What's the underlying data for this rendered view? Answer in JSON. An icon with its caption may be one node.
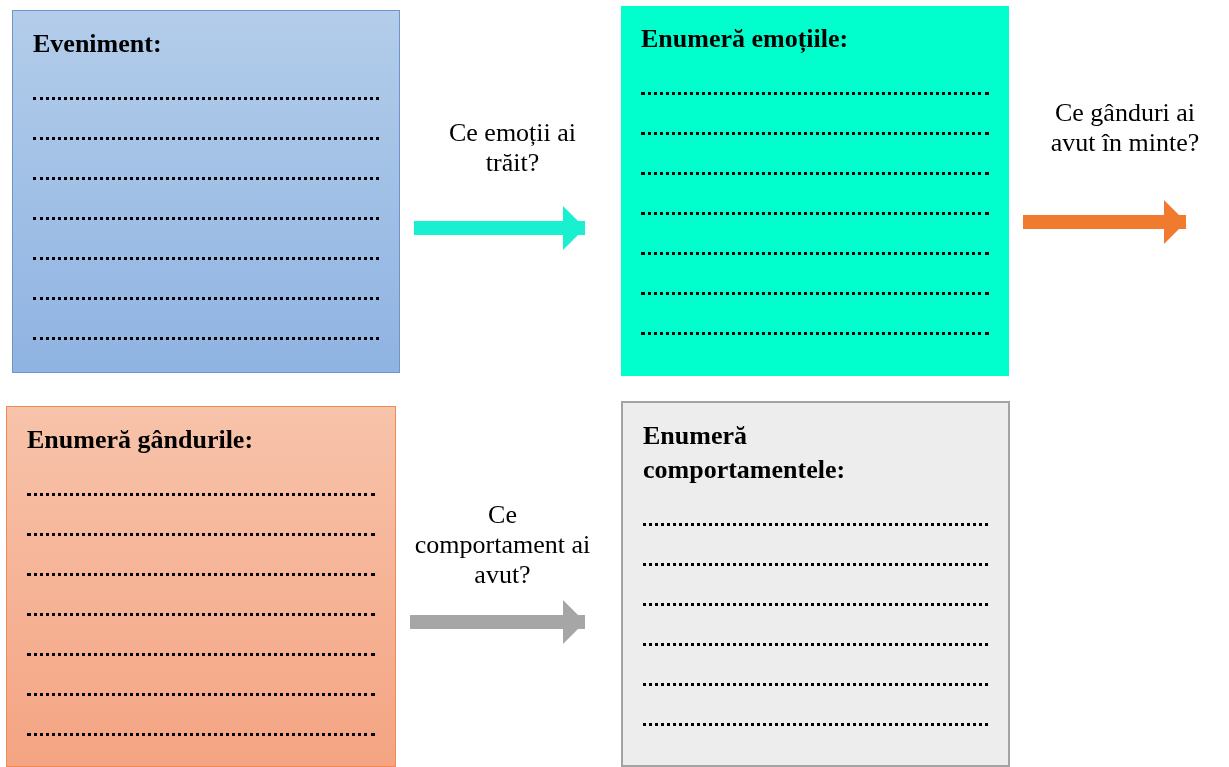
{
  "diagram": {
    "nodes": [
      {
        "text": [
          "Eveniment:"
        ]
      },
      {
        "text": [
          "Enumeră emoțiile:"
        ]
      },
      {
        "text": [
          "Enumeră gândurile:"
        ]
      },
      {
        "text": [
          "Enumeră comportamentele:"
        ]
      }
    ],
    "edges": [
      {
        "from": 0,
        "to": 1,
        "arrow": "to",
        "label": "Ce emoții ai trăit?",
        "color": "#19f0d0"
      },
      {
        "from": 1,
        "to": null,
        "arrow": "to",
        "label": "Ce gânduri ai avut în minte?",
        "color": "#f07a2e"
      },
      {
        "from": 2,
        "to": 3,
        "arrow": "to",
        "label": "Ce comportament ai avut?",
        "color": "#a6a6a6"
      }
    ]
  }
}
